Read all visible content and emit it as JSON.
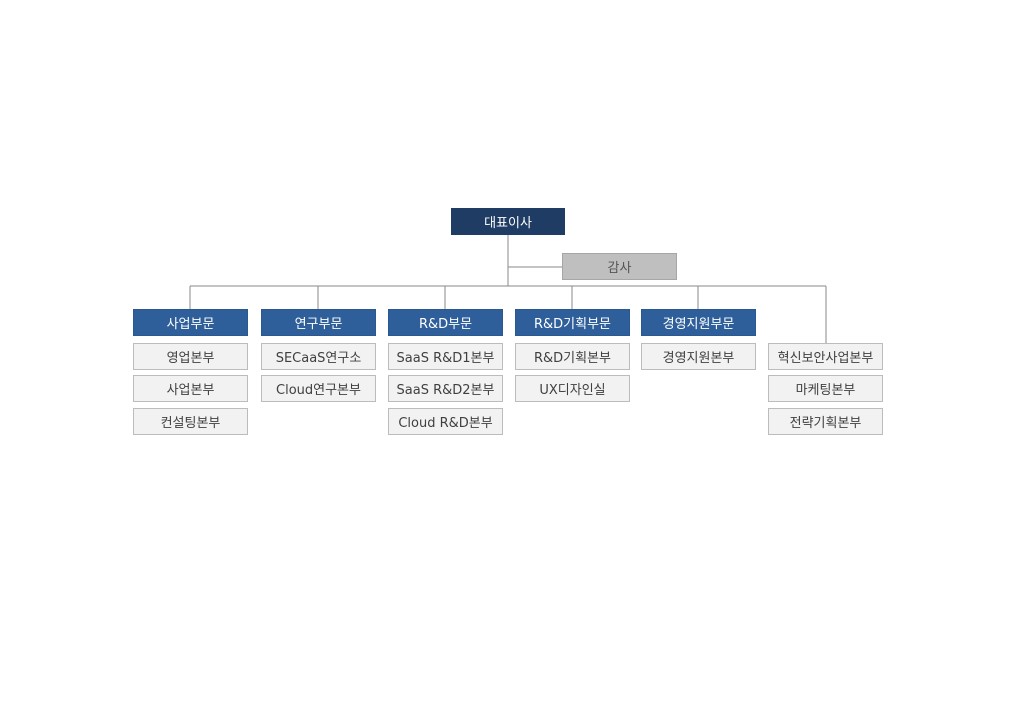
{
  "ceo": "대표이사",
  "audit": "감사",
  "divisions": [
    {
      "name": "사업부문",
      "units": [
        "영업본부",
        "사업본부",
        "컨설팅본부"
      ]
    },
    {
      "name": "연구부문",
      "units": [
        "SECaaS연구소",
        "Cloud연구본부"
      ]
    },
    {
      "name": "R&D부문",
      "units": [
        "SaaS R&D1본부",
        "SaaS R&D2본부",
        "Cloud R&D본부"
      ]
    },
    {
      "name": "R&D기획부문",
      "units": [
        "R&D기획본부",
        "UX디자인실"
      ]
    },
    {
      "name": "경영지원부문",
      "units": [
        "경영지원본부"
      ]
    },
    {
      "units": [
        "혁신보안사업본부",
        "마케팅본부",
        "전략기획본부"
      ]
    }
  ]
}
